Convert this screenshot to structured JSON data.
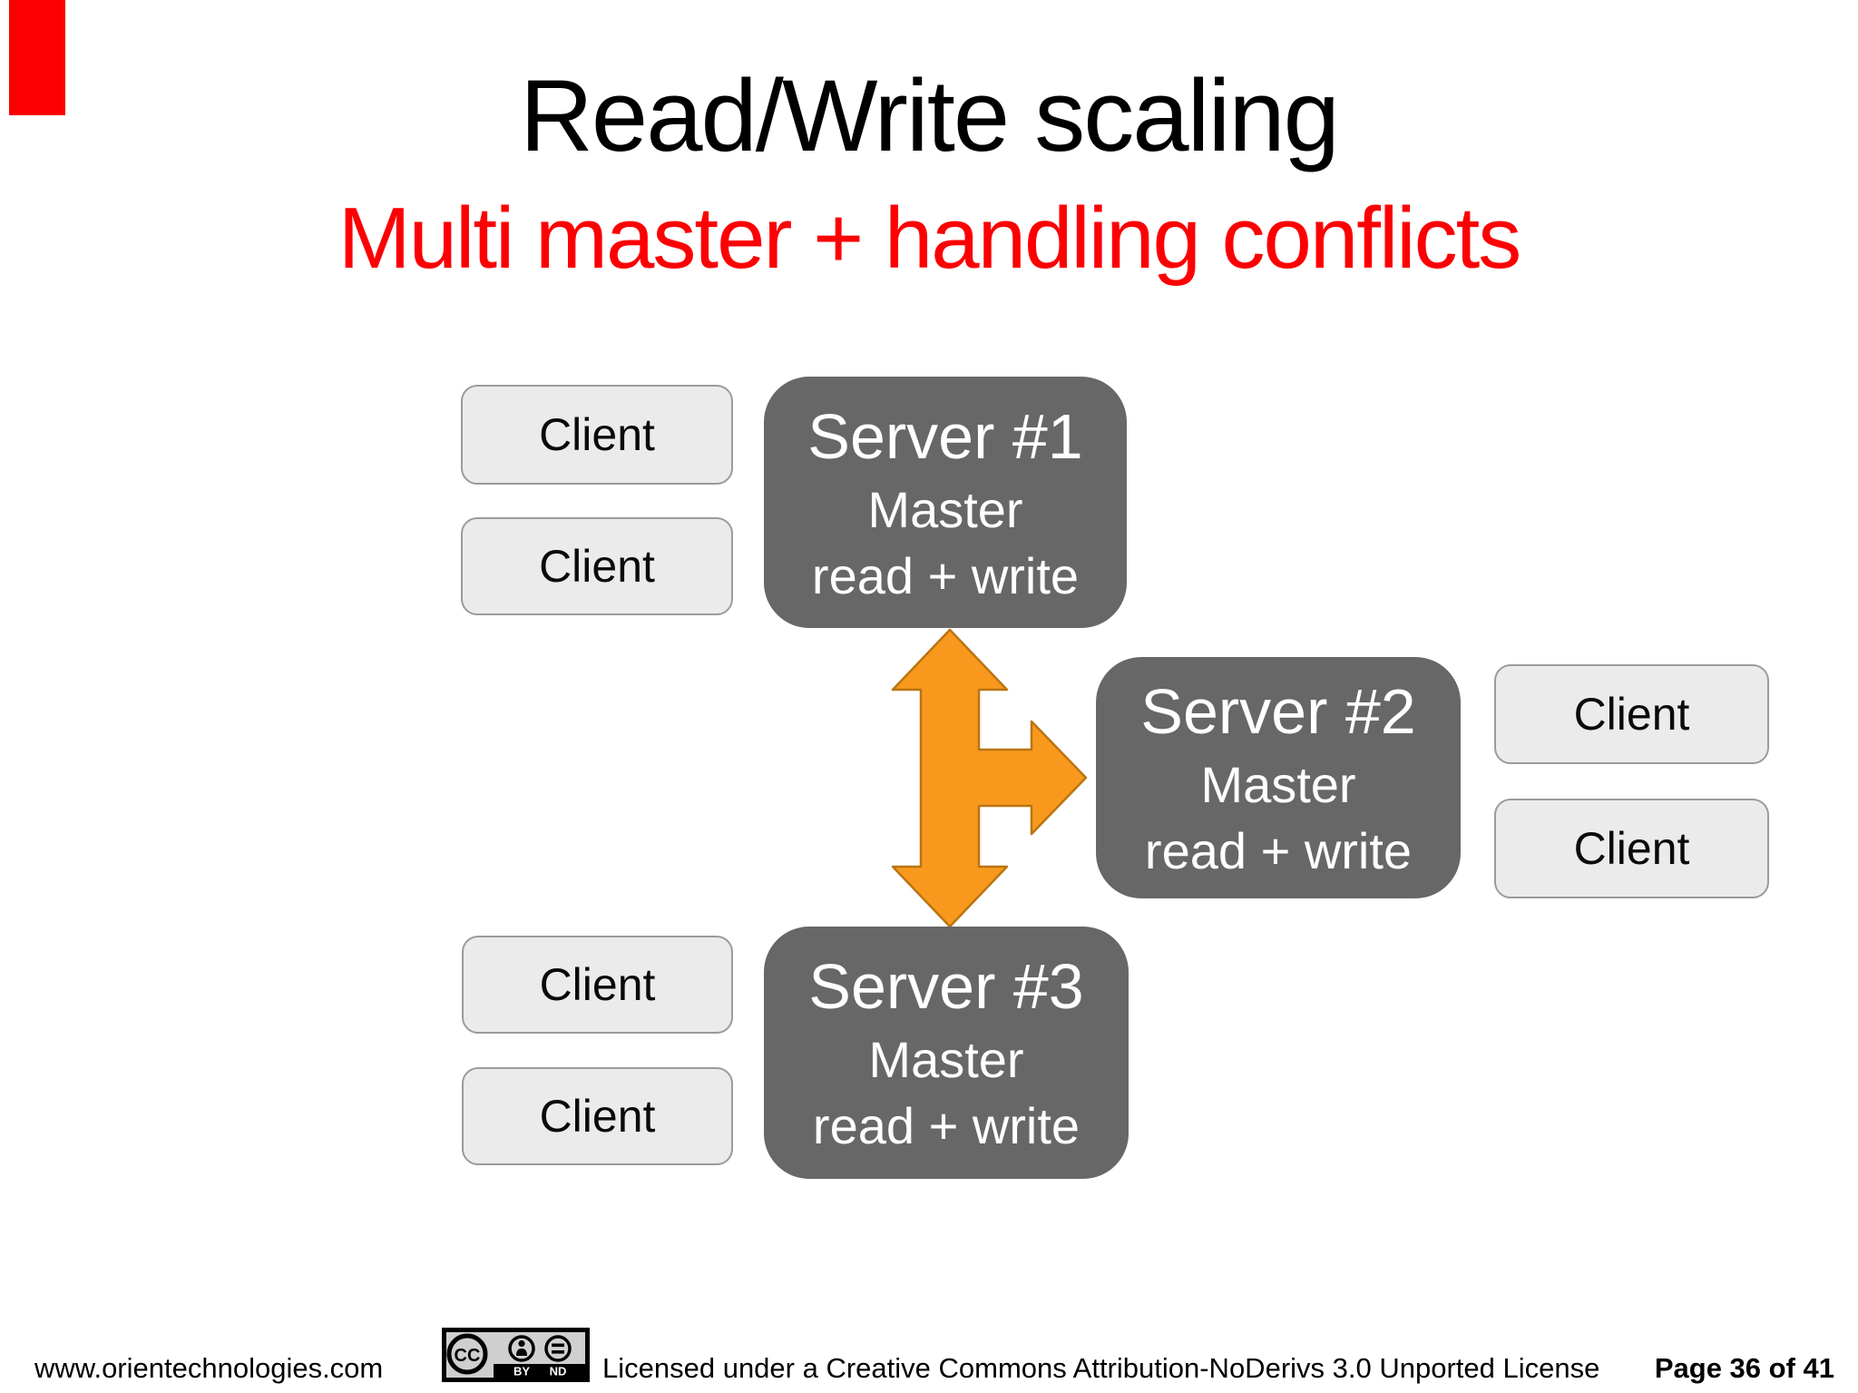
{
  "slide": {
    "title": "Read/Write scaling",
    "subtitle": "Multi master + handling conflicts",
    "title_color": "#000000",
    "subtitle_color": "#FB0104",
    "accent_bar_color": "#FB0000"
  },
  "diagram": {
    "client_label": "Client",
    "servers": [
      {
        "name": "Server #1",
        "role": "Master",
        "mode": "read + write"
      },
      {
        "name": "Server #2",
        "role": "Master",
        "mode": "read + write"
      },
      {
        "name": "Server #3",
        "role": "Master",
        "mode": "read + write"
      }
    ],
    "colors": {
      "server_fill": "#676767",
      "server_text": "#ffffff",
      "client_fill": "#EBEBEB",
      "client_border": "#9B9B9B",
      "arrow_fill": "#F8991D",
      "arrow_stroke": "#BA7411"
    }
  },
  "footer": {
    "website": "www.orientechnologies.com",
    "license_text": "Licensed under a Creative Commons Attribution-NoDerivs 3.0 Unported License",
    "page_label": "Page 36 of 41",
    "cc_badge": {
      "cc_label": "CC",
      "by_label": "BY",
      "nd_label": "ND"
    }
  }
}
